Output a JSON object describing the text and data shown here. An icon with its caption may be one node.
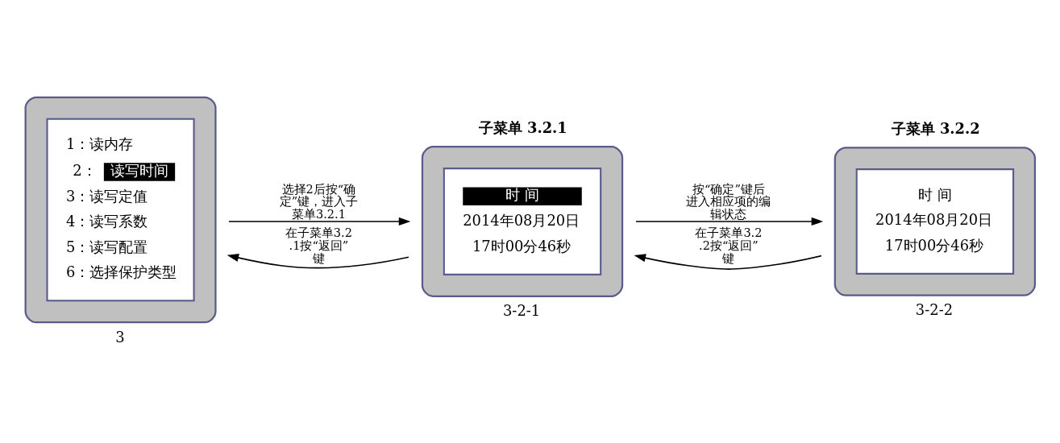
{
  "diagram": {
    "nodes": [
      {
        "text": [
          "1：读内存",
          "2：读写时间",
          "3：读写定值",
          "4：读写系数",
          "5：读写配置",
          "6：选择保护类型"
        ],
        "beside": [
          "3"
        ]
      },
      {
        "text": [
          "子菜单 3.2.1",
          "时 间",
          "2014年08月20日",
          "17时00分46秒"
        ],
        "beside": [
          "3-2-1"
        ]
      },
      {
        "text": [
          "子菜单 3.2.2",
          "时 间",
          "2014年08月20日",
          "17时00分46秒"
        ],
        "beside": [
          "3-2-2"
        ]
      }
    ],
    "edges": [
      {
        "from": 0,
        "to": 1,
        "arrow": "to",
        "label": "选择2后按“确定”键，进入子菜单3.2.1"
      },
      {
        "from": 1,
        "to": 0,
        "arrow": "to",
        "label": "在子菜单3.2.1按“返回”键"
      },
      {
        "from": 1,
        "to": 2,
        "arrow": "to",
        "label": "按“确定”键后进入相应项的编辑状态"
      },
      {
        "from": 2,
        "to": 1,
        "arrow": "to",
        "label": "在子菜单3.2.2按“返回”键"
      }
    ]
  }
}
